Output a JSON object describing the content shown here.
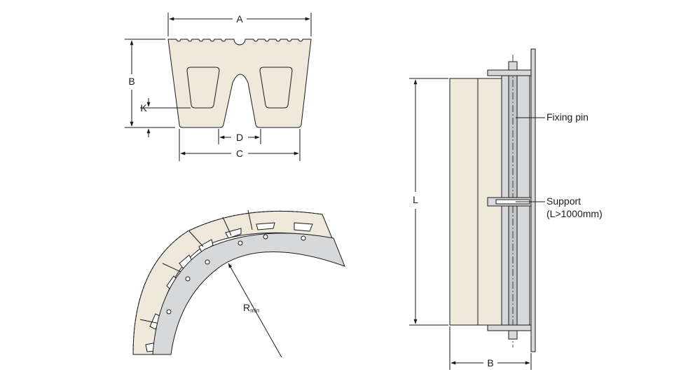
{
  "cross_section": {
    "label_a": "A",
    "label_b": "B",
    "label_c": "C",
    "label_d": "D",
    "label_k": "K"
  },
  "curved_view": {
    "label_rmin": "R",
    "label_rmin_sub": "min"
  },
  "side_view": {
    "label_l": "L",
    "label_b": "B",
    "fixing_pin": "Fixing pin",
    "support": "Support",
    "support_note": "(L>1000mm)"
  },
  "colors": {
    "body": "#efe9dc",
    "metal": "#d6d8da",
    "line": "#1a1a1a"
  }
}
